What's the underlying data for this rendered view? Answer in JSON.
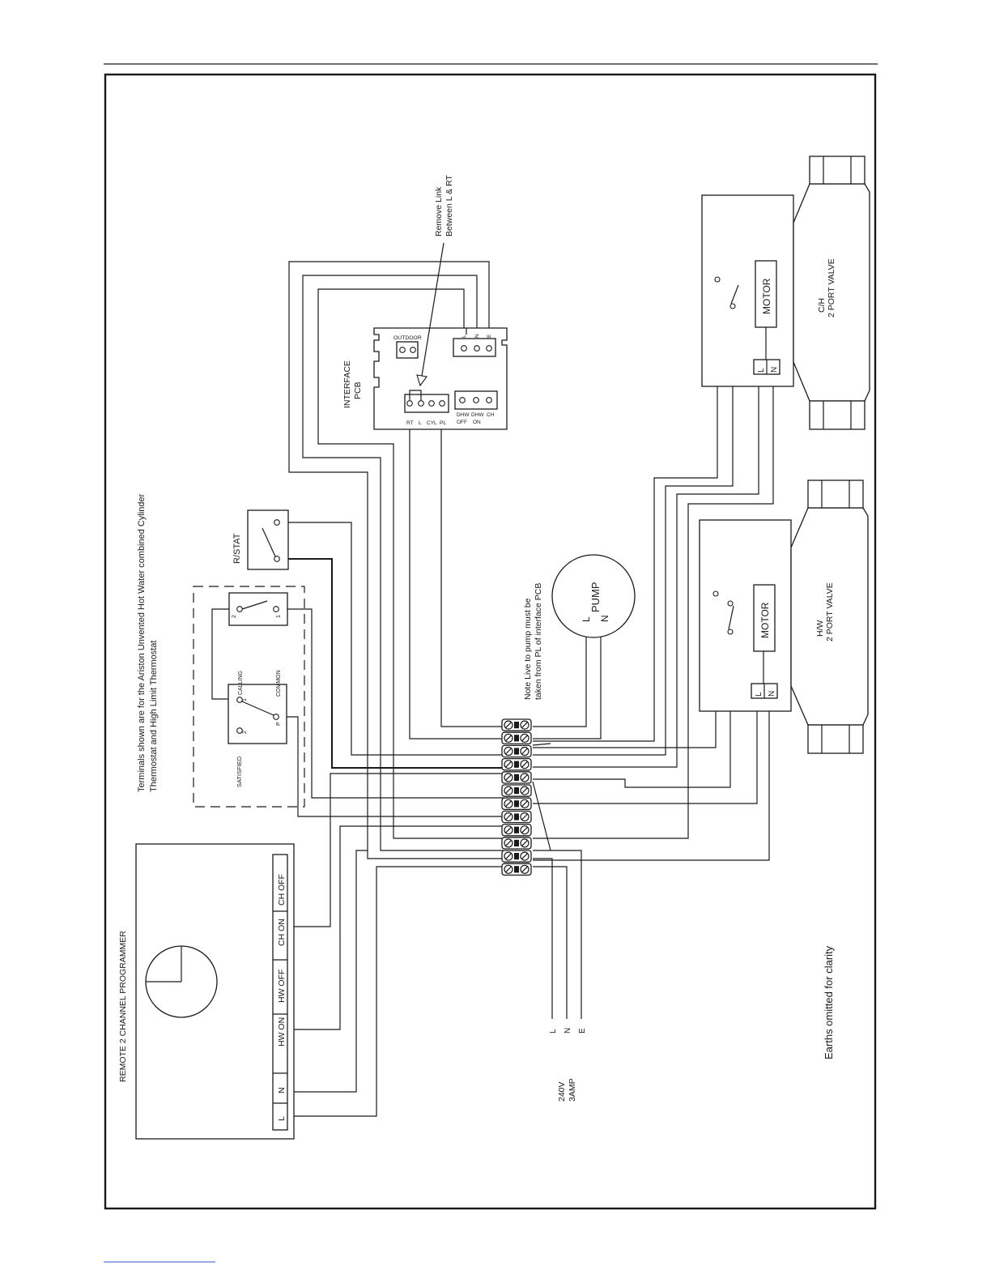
{
  "programmer": {
    "title": "REMOTE 2 CHANNEL PROGRAMMER",
    "terminals": [
      "CH  OFF",
      "CH ON",
      "HW OFF",
      "HW ON",
      "N",
      "L"
    ]
  },
  "note_terminals": {
    "line1": "Terminals shown are for the Ariston Unvented Hot Water combined Cylinder",
    "line2": "Thermostat and High Limit Thermostat"
  },
  "cylinder_stat": {
    "calling": "CALLING",
    "common": "COMMON",
    "satisfied": "SATISFIED",
    "t1": "1",
    "t2": "2",
    "tp": "P",
    "hl1": "1",
    "hl2": "2"
  },
  "room_stat": {
    "label": "R/STAT"
  },
  "interface_pcb": {
    "line1": "INTERFACE",
    "line2": "PCB",
    "outdoor": "OUTDOOR",
    "lower_terms": [
      "RT",
      "L",
      "CYL",
      "PL"
    ],
    "dhw_labels": [
      "DHW",
      "DHW",
      "CH"
    ],
    "dhw_sub": [
      "OFF",
      "ON"
    ],
    "top_terms": [
      "L",
      "N",
      "E"
    ]
  },
  "remove_link": {
    "line1": "Remove Link",
    "line2": "Between L & RT"
  },
  "pump": {
    "label": "PUMP",
    "l": "L",
    "n": "N"
  },
  "pump_note": {
    "line1": "Note Live to pump must be",
    "line2": "taken from PL of interface PCB"
  },
  "ch_valve": {
    "motor": "MOTOR",
    "line1": "C/H",
    "line2": "2 PORT VALVE",
    "l": "L",
    "n": "N"
  },
  "hw_valve": {
    "motor": "MOTOR",
    "line1": "H/W",
    "line2": "2 PORT VALVE",
    "l": "L",
    "n": "N"
  },
  "supply": {
    "line1": "240V",
    "line2": "3AMP",
    "l": "L",
    "n": "N",
    "e": "E"
  },
  "earth_note": "Earths omitted for clarity"
}
